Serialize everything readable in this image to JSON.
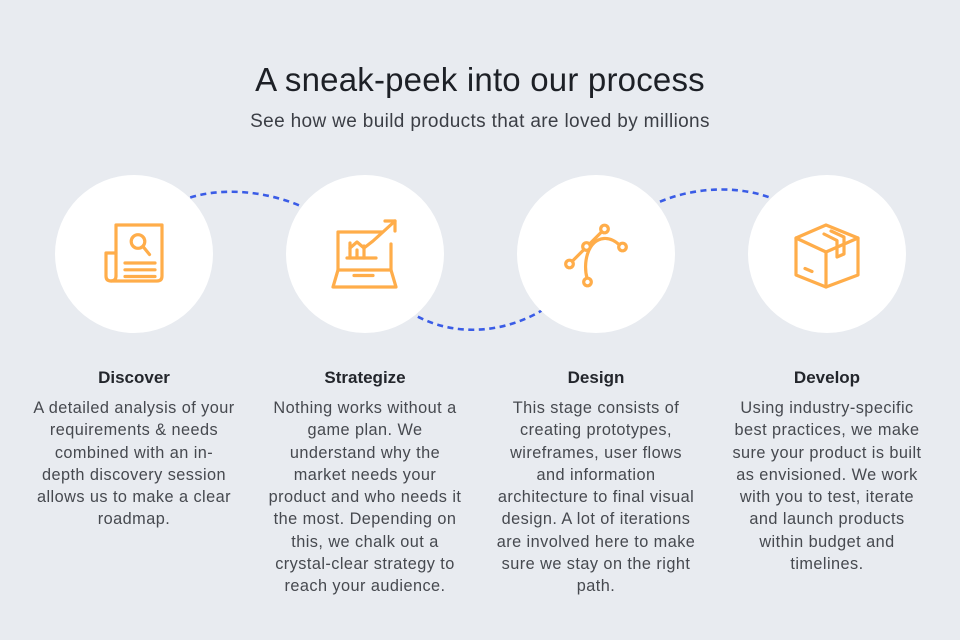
{
  "header": {
    "title": "A sneak-peek into our process",
    "subtitle": "See how we build products that are loved by millions"
  },
  "colors": {
    "background": "#e8ebf0",
    "circle": "#ffffff",
    "icon_accent": "#ffad4a",
    "connector_dash": "#3a5ce6",
    "heading": "#1d2026",
    "body_text": "#46494f"
  },
  "steps": [
    {
      "title": "Discover",
      "icon": "document-search-icon",
      "description": "A detailed analysis of your\nrequirements & needs\ncombined with an in-\ndepth discovery session\nallows us to make a clear\nroadmap."
    },
    {
      "title": "Strategize",
      "icon": "laptop-growth-chart-icon",
      "description": "Nothing works without a\ngame plan. We\nunderstand why the\nmarket needs your\nproduct and who needs it\nthe most. Depending on\nthis, we chalk out a\ncrystal-clear strategy to\nreach your audience."
    },
    {
      "title": "Design",
      "icon": "bezier-pen-tool-icon",
      "description": "This stage consists of\ncreating prototypes,\nwireframes, user flows\nand information\narchitecture to final visual\ndesign. A lot of iterations\nare involved here to make\nsure we stay on the right\npath."
    },
    {
      "title": "Develop",
      "icon": "package-box-icon",
      "description": "Using industry-specific\nbest practices, we make\nsure your product is built\nas envisioned. We work\nwith you to test, iterate\nand launch products\nwithin budget and\ntimelines."
    }
  ]
}
